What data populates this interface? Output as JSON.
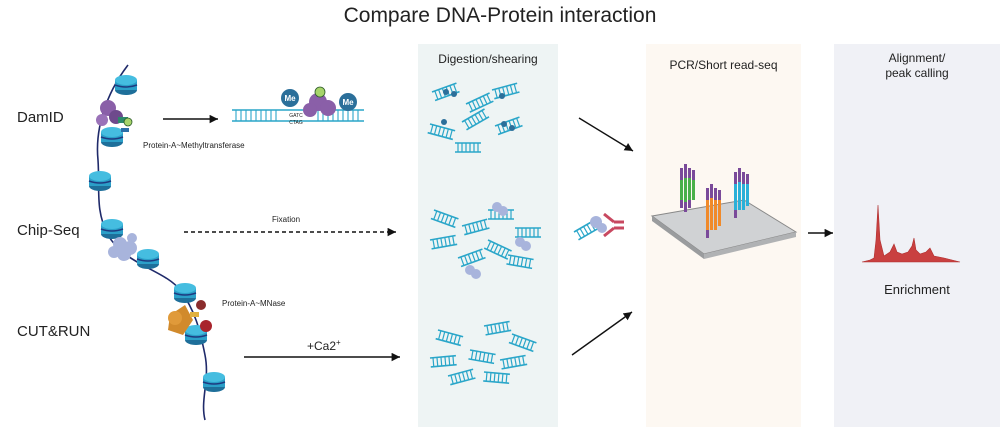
{
  "title": "Compare DNA-Protein interaction",
  "rows": {
    "damid": "DamID",
    "chipseq": "Chip-Seq",
    "cutrun": "CUT&RUN"
  },
  "labels": {
    "methyltransferase": "Protein-A~Methyltransferase",
    "mnase": "Protein-A~MNase",
    "fixation": "Fixation",
    "calcium": "+Ca2",
    "calcium_sup": "+",
    "methyl_badge": "Me",
    "gatc": "GATC",
    "ctag": "CTAG"
  },
  "panels": {
    "digestion": "Digestion/shearing",
    "pcr": "PCR/Short read-seq",
    "alignment_line1": "Alignment/",
    "alignment_line2": "peak calling",
    "enrichment": "Enrichment"
  },
  "colors": {
    "dna": "#2aa6c9",
    "nucleosome": "#2b9fc8",
    "chromatin_line": "#1f2a6a",
    "protein_purple": "#8a5fa8",
    "protein_orange": "#d18a2c",
    "peak_red": "#c94040"
  }
}
